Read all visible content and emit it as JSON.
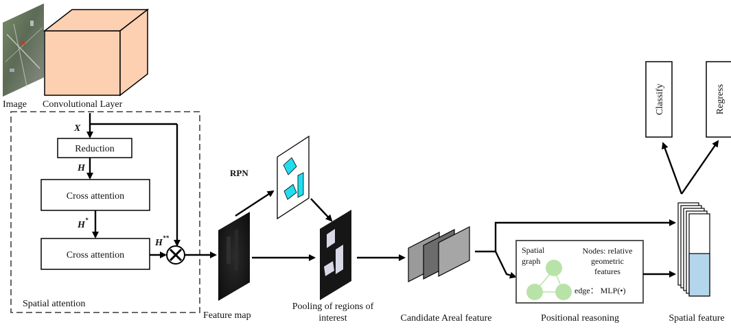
{
  "labels": {
    "image": "Image",
    "conv_layer": "Convolutional Layer",
    "spatial_attention": "Spatial attention",
    "feature_map": "Feature map",
    "rpn": "RPN",
    "pooling_line1": "Pooling of regions of",
    "pooling_line2": "interest",
    "candidate": "Candidate Areal feature",
    "positional_reasoning": "Positional reasoning",
    "spatial_feature": "Spatial feature"
  },
  "math": {
    "x": "X",
    "h": "H",
    "h_star": "H",
    "h_star_sup": "*",
    "h_2star": "H",
    "h_2star_sup": "**"
  },
  "boxes": {
    "reduction": "Reduction",
    "cross_attention_1": "Cross attention",
    "cross_attention_2": "Cross attention",
    "classify": "Classify",
    "regress": "Regress"
  },
  "graph": {
    "spatial_line1": "Spatial",
    "spatial_line2": "graph",
    "nodes_line1": "Nodes: relative",
    "nodes_line2": "geometric",
    "nodes_line3": "features",
    "edge": "edge： MLP(•)"
  },
  "colors": {
    "cube_face": "#fdd0b1",
    "rpn_region": "#22ddee",
    "graph_node": "#b8e3a8",
    "spatial_bar_fill": "#b4d6ec"
  }
}
